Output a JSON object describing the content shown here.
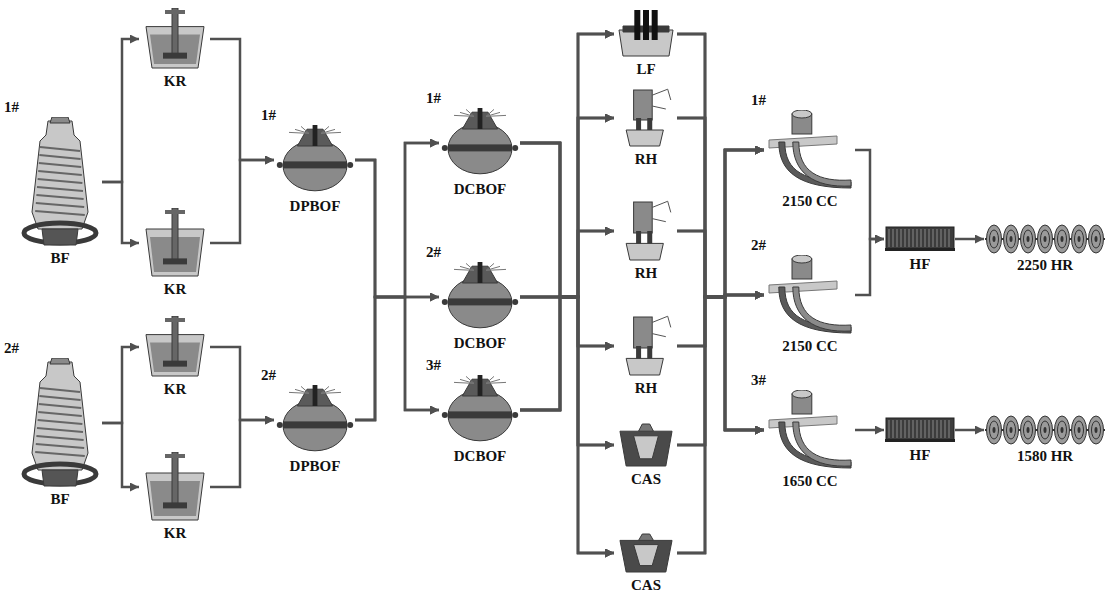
{
  "diagram": {
    "nodes": [
      {
        "text": [
          "1#",
          "BF"
        ]
      },
      {
        "text": [
          "2#",
          "BF"
        ]
      },
      {
        "text": [
          "KR"
        ]
      },
      {
        "text": [
          "KR"
        ]
      },
      {
        "text": [
          "KR"
        ]
      },
      {
        "text": [
          "KR"
        ]
      },
      {
        "text": [
          "1#",
          "DPBOF"
        ]
      },
      {
        "text": [
          "2#",
          "DPBOF"
        ]
      },
      {
        "text": [
          "1#",
          "DCBOF"
        ]
      },
      {
        "text": [
          "2#",
          "DCBOF"
        ]
      },
      {
        "text": [
          "3#",
          "DCBOF"
        ]
      },
      {
        "text": [
          "LF"
        ]
      },
      {
        "text": [
          "RH"
        ]
      },
      {
        "text": [
          "RH"
        ]
      },
      {
        "text": [
          "RH"
        ]
      },
      {
        "text": [
          "CAS"
        ]
      },
      {
        "text": [
          "CAS"
        ]
      },
      {
        "text": [
          "1#",
          "2150 CC"
        ]
      },
      {
        "text": [
          "2#",
          "2150 CC"
        ]
      },
      {
        "text": [
          "3#",
          "1650 CC"
        ]
      },
      {
        "text": [
          "HF"
        ]
      },
      {
        "text": [
          "HF"
        ]
      },
      {
        "text": [
          "2250 HR"
        ]
      },
      {
        "text": [
          "1580 HR"
        ]
      }
    ],
    "edges": [
      {
        "from": 0,
        "to": 2,
        "arrow": "to"
      },
      {
        "from": 0,
        "to": 3,
        "arrow": "to"
      },
      {
        "from": 1,
        "to": 4,
        "arrow": "to"
      },
      {
        "from": 1,
        "to": 5,
        "arrow": "to"
      },
      {
        "from": 2,
        "to": 6,
        "arrow": "to"
      },
      {
        "from": 3,
        "to": 6,
        "arrow": "to"
      },
      {
        "from": 4,
        "to": 7,
        "arrow": "to"
      },
      {
        "from": 5,
        "to": 7,
        "arrow": "to"
      },
      {
        "from": 6,
        "to": 8,
        "arrow": "to"
      },
      {
        "from": 6,
        "to": 9,
        "arrow": "to"
      },
      {
        "from": 6,
        "to": 10,
        "arrow": "to"
      },
      {
        "from": 7,
        "to": 8,
        "arrow": "to"
      },
      {
        "from": 7,
        "to": 9,
        "arrow": "to"
      },
      {
        "from": 7,
        "to": 10,
        "arrow": "to"
      },
      {
        "from": 8,
        "to": 11,
        "arrow": "to"
      },
      {
        "from": 8,
        "to": 12,
        "arrow": "to"
      },
      {
        "from": 8,
        "to": 13,
        "arrow": "to"
      },
      {
        "from": 8,
        "to": 14,
        "arrow": "to"
      },
      {
        "from": 8,
        "to": 15,
        "arrow": "to"
      },
      {
        "from": 8,
        "to": 16,
        "arrow": "to"
      },
      {
        "from": 9,
        "to": 11,
        "arrow": "to"
      },
      {
        "from": 9,
        "to": 12,
        "arrow": "to"
      },
      {
        "from": 9,
        "to": 13,
        "arrow": "to"
      },
      {
        "from": 9,
        "to": 14,
        "arrow": "to"
      },
      {
        "from": 9,
        "to": 15,
        "arrow": "to"
      },
      {
        "from": 9,
        "to": 16,
        "arrow": "to"
      },
      {
        "from": 10,
        "to": 11,
        "arrow": "to"
      },
      {
        "from": 10,
        "to": 12,
        "arrow": "to"
      },
      {
        "from": 10,
        "to": 13,
        "arrow": "to"
      },
      {
        "from": 10,
        "to": 14,
        "arrow": "to"
      },
      {
        "from": 10,
        "to": 15,
        "arrow": "to"
      },
      {
        "from": 10,
        "to": 16,
        "arrow": "to"
      },
      {
        "from": 11,
        "to": 17,
        "arrow": "to"
      },
      {
        "from": 11,
        "to": 18,
        "arrow": "to"
      },
      {
        "from": 11,
        "to": 19,
        "arrow": "to"
      },
      {
        "from": 12,
        "to": 17,
        "arrow": "to"
      },
      {
        "from": 12,
        "to": 18,
        "arrow": "to"
      },
      {
        "from": 12,
        "to": 19,
        "arrow": "to"
      },
      {
        "from": 13,
        "to": 17,
        "arrow": "to"
      },
      {
        "from": 13,
        "to": 18,
        "arrow": "to"
      },
      {
        "from": 13,
        "to": 19,
        "arrow": "to"
      },
      {
        "from": 14,
        "to": 17,
        "arrow": "to"
      },
      {
        "from": 14,
        "to": 18,
        "arrow": "to"
      },
      {
        "from": 14,
        "to": 19,
        "arrow": "to"
      },
      {
        "from": 15,
        "to": 17,
        "arrow": "to"
      },
      {
        "from": 15,
        "to": 18,
        "arrow": "to"
      },
      {
        "from": 15,
        "to": 19,
        "arrow": "to"
      },
      {
        "from": 16,
        "to": 17,
        "arrow": "to"
      },
      {
        "from": 16,
        "to": 18,
        "arrow": "to"
      },
      {
        "from": 16,
        "to": 19,
        "arrow": "to"
      },
      {
        "from": 17,
        "to": 20,
        "arrow": "to"
      },
      {
        "from": 18,
        "to": 20,
        "arrow": "to"
      },
      {
        "from": 19,
        "to": 21,
        "arrow": "to"
      },
      {
        "from": 20,
        "to": 22,
        "arrow": "to"
      },
      {
        "from": 21,
        "to": 23,
        "arrow": "to"
      }
    ]
  }
}
